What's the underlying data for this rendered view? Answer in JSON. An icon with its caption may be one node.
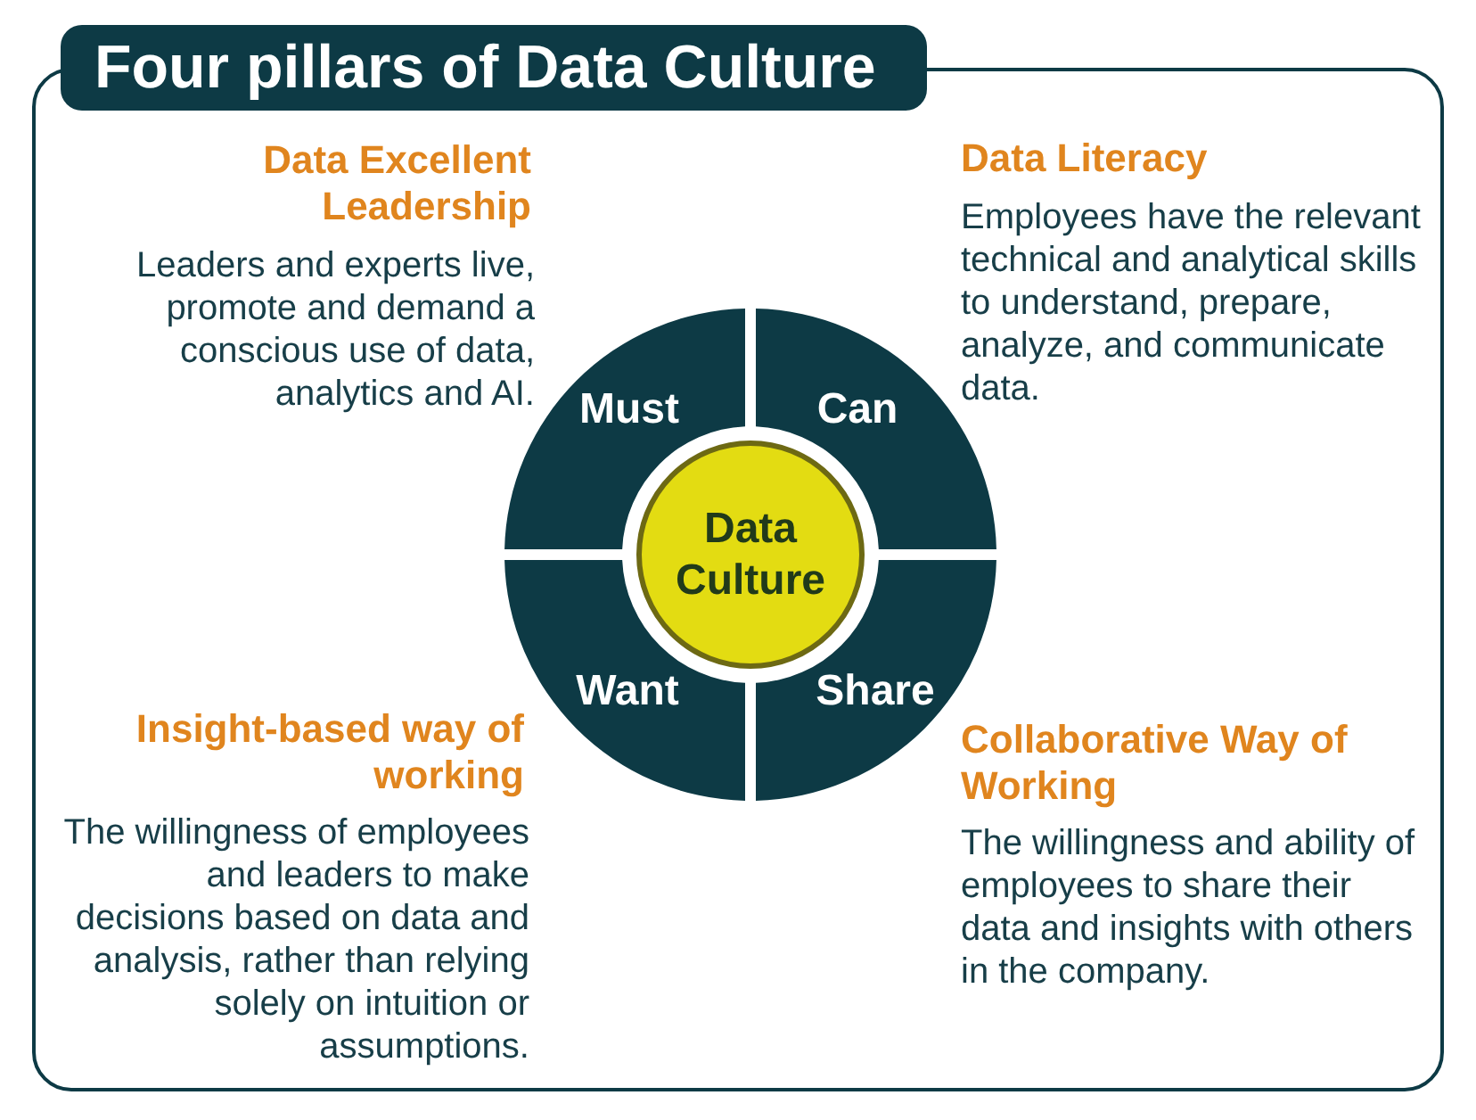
{
  "diagram": {
    "title": "Four pillars of Data Culture",
    "nodes": [
      {
        "text": [
          "Must"
        ]
      },
      {
        "text": [
          "Can"
        ]
      },
      {
        "text": [
          "Data Culture"
        ]
      },
      {
        "text": [
          "Want"
        ]
      },
      {
        "text": [
          "Share"
        ]
      }
    ],
    "labels": [
      "Data Excellent Leadership",
      "Leaders and experts live, promote and demand a conscious use of data, analytics and AI.",
      "Data Literacy",
      "Employees have the relevant technical and analytical skills to understand, prepare, analyze, and communicate data.",
      "Insight-based way of working",
      "The willingness of employees and leaders to make decisions based on data and analysis, rather than relying solely on intuition or assumptions.",
      "Collaborative Way of Working",
      "The willingness and ability of employees to share their data and insights with others in the company."
    ]
  }
}
